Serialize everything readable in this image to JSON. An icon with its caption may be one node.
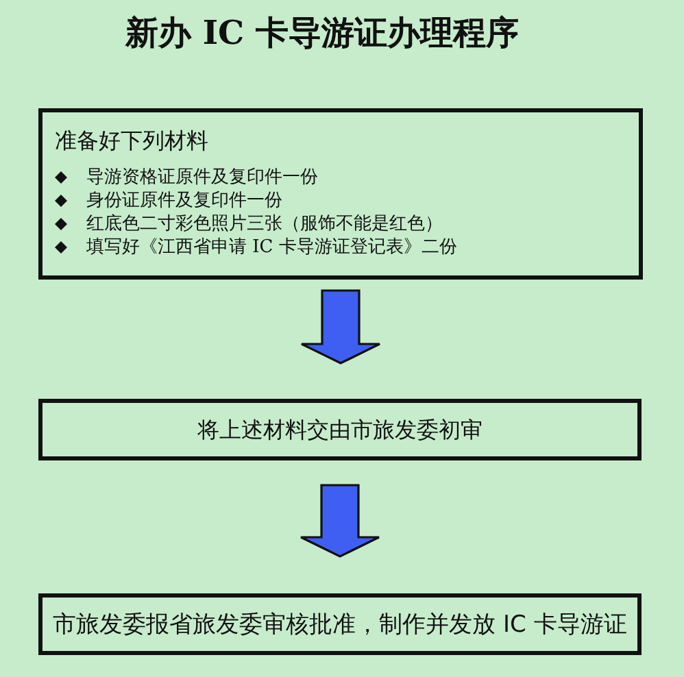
{
  "diagram": {
    "title": "新办 IC 卡导游证办理程序",
    "nodes": [
      {
        "text": [
          "准备好下列材料",
          "导游资格证原件及复印件一份",
          "身份证原件及复印件一份",
          "红底色二寸彩色照片三张（服饰不能是红色）",
          "填写好《江西省申请 IC 卡导游证登记表》二份"
        ]
      },
      {
        "text": [
          "将上述材料交由市旅发委初审"
        ]
      },
      {
        "text": [
          "市旅发委报省旅发委审核批准，制作并发放 IC 卡导游证"
        ]
      }
    ],
    "edges": [
      {
        "from": 0,
        "to": 1,
        "arrow": "to"
      },
      {
        "from": 1,
        "to": 2,
        "arrow": "to"
      }
    ]
  }
}
